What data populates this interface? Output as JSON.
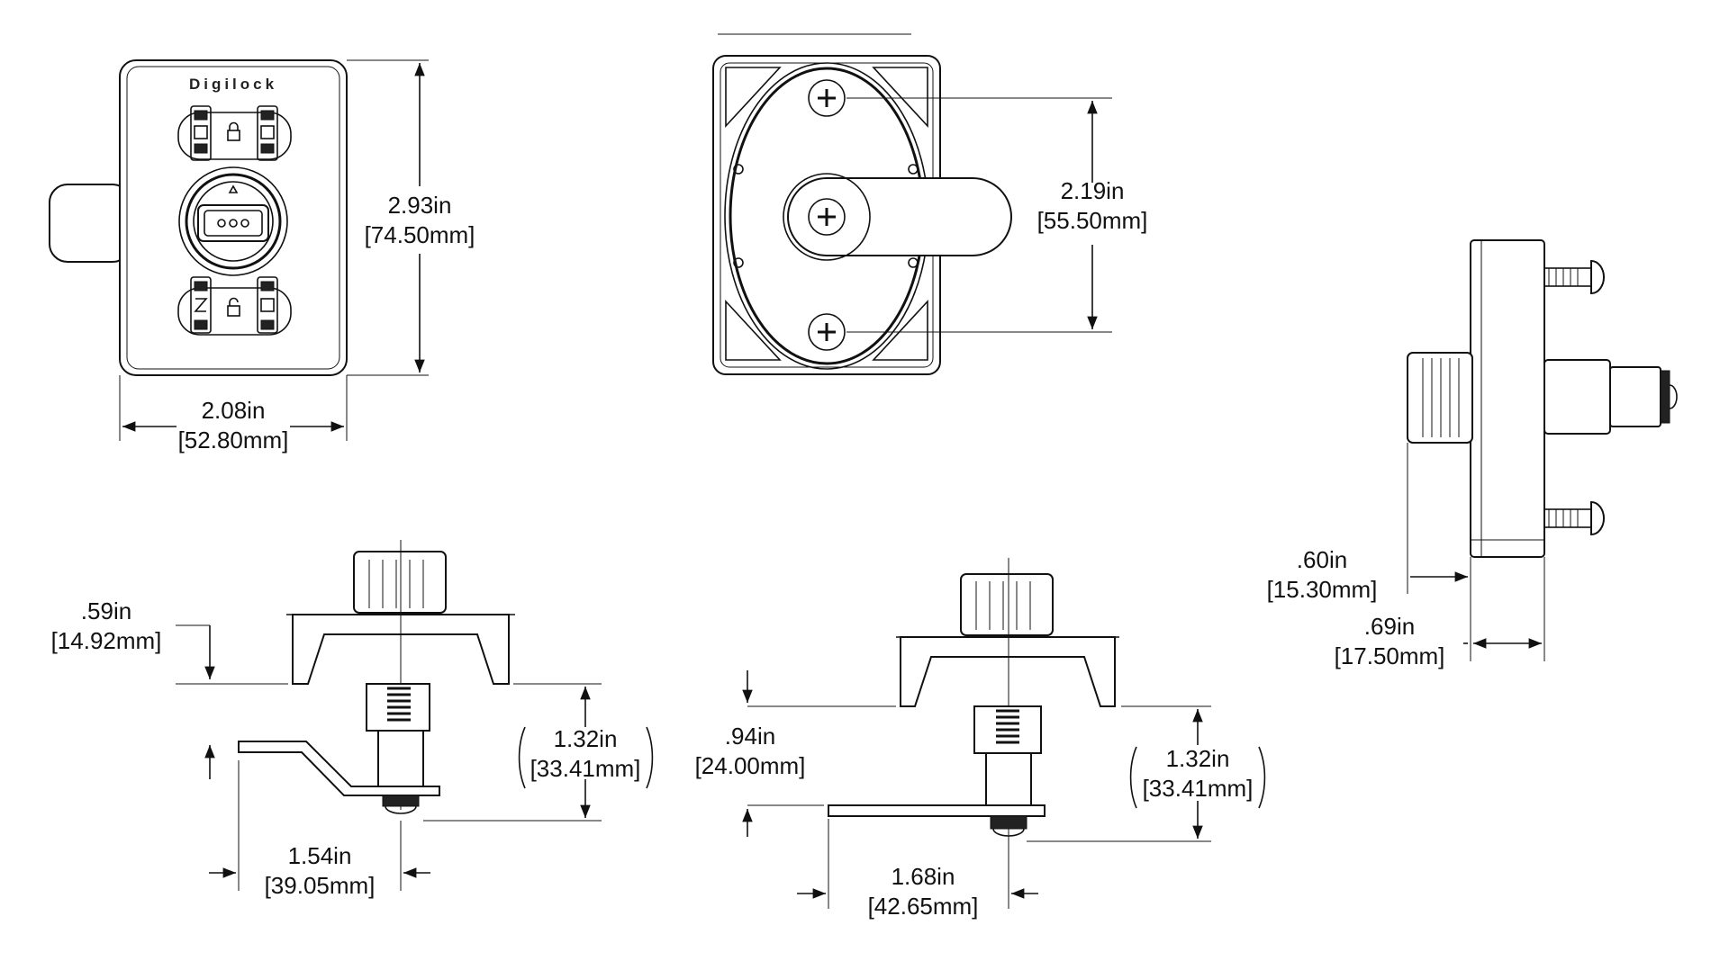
{
  "brand": "Digilock",
  "dimensions": {
    "front_height": {
      "inches": "2.93in",
      "mm": "[74.50mm]"
    },
    "front_width": {
      "inches": "2.08in",
      "mm": "[52.80mm]"
    },
    "rear_screw_spacing": {
      "inches": "2.19in",
      "mm": "[55.50mm]"
    },
    "side_knob_depth": {
      "inches": ".60in",
      "mm": "[15.30mm]"
    },
    "side_back_depth": {
      "inches": ".69in",
      "mm": "[17.50mm]"
    },
    "cam1_offset": {
      "inches": ".59in",
      "mm": "[14.92mm]"
    },
    "cam1_length": {
      "inches": "1.32in",
      "mm": "[33.41mm]"
    },
    "cam1_reach": {
      "inches": "1.54in",
      "mm": "[39.05mm]"
    },
    "cam2_offset": {
      "inches": ".94in",
      "mm": "[24.00mm]"
    },
    "cam2_length": {
      "inches": "1.32in",
      "mm": "[33.41mm]"
    },
    "cam2_reach": {
      "inches": "1.68in",
      "mm": "[42.65mm]"
    }
  },
  "colors": {
    "line": "#111111",
    "background": "#ffffff"
  }
}
